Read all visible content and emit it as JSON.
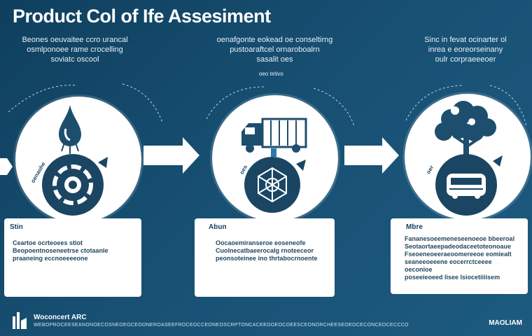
{
  "title": "Product Col of Ife Assesiment",
  "intro": {
    "left": [
      "Beones oeuvaitee ccro urancal",
      "osmlponoee rame crocelling",
      "soviatc oscool"
    ],
    "center": [
      "oenafgonte eokead oe conseltirng",
      "pustoaraftcel ornaroboalrn",
      "sasalit oes"
    ],
    "right": [
      "Sinc in fevat ocinarter ol",
      "inrea e eoreorseinany",
      "oulr corpraeeeoer"
    ]
  },
  "note_top": "oeo tetivo",
  "stages": [
    {
      "label": "Stin",
      "side_text": "oenaohe",
      "lines": [
        "Ceartoe ocrteoees stiot",
        "Beopoentnoseneetrse ctotaanle",
        "praaneing eccnoeeeeone"
      ]
    },
    {
      "label": "Abun",
      "side_text": "oes",
      "lines": [
        "Oocaoemiranseroe eoseneofe",
        "Cuolnecatbaeerocalg rnoteeceor",
        "peonsoteinee ino thrtabocrnoente"
      ]
    },
    {
      "label": "Mbre",
      "side_text": "oer",
      "lines": [
        "Fananesoeemeneseenoeoe bbeeroal",
        "Seotaortaeepadeodaceetoteonoaue",
        "Fseoeneoeeraeoomereeoe eomiealt",
        "seaneeoeeene eocerrctceeee oeconioe",
        "poseeieoeed lisee lsiocetiiiisem"
      ]
    }
  ],
  "footer": {
    "brand": "Woconcert ARC",
    "line": "WEBOPROCEESEANONOECOSNEOEOCEOONEROASEEFROCEOCCEONEOSCRPTONCACEEOOEOCOEESCEONORCHEESEOEOCECONCEOCECCCO",
    "right": "MAOLIAM"
  },
  "colors": {
    "background": "#174f72",
    "dark": "#18415e",
    "panel": "#ffffff"
  }
}
